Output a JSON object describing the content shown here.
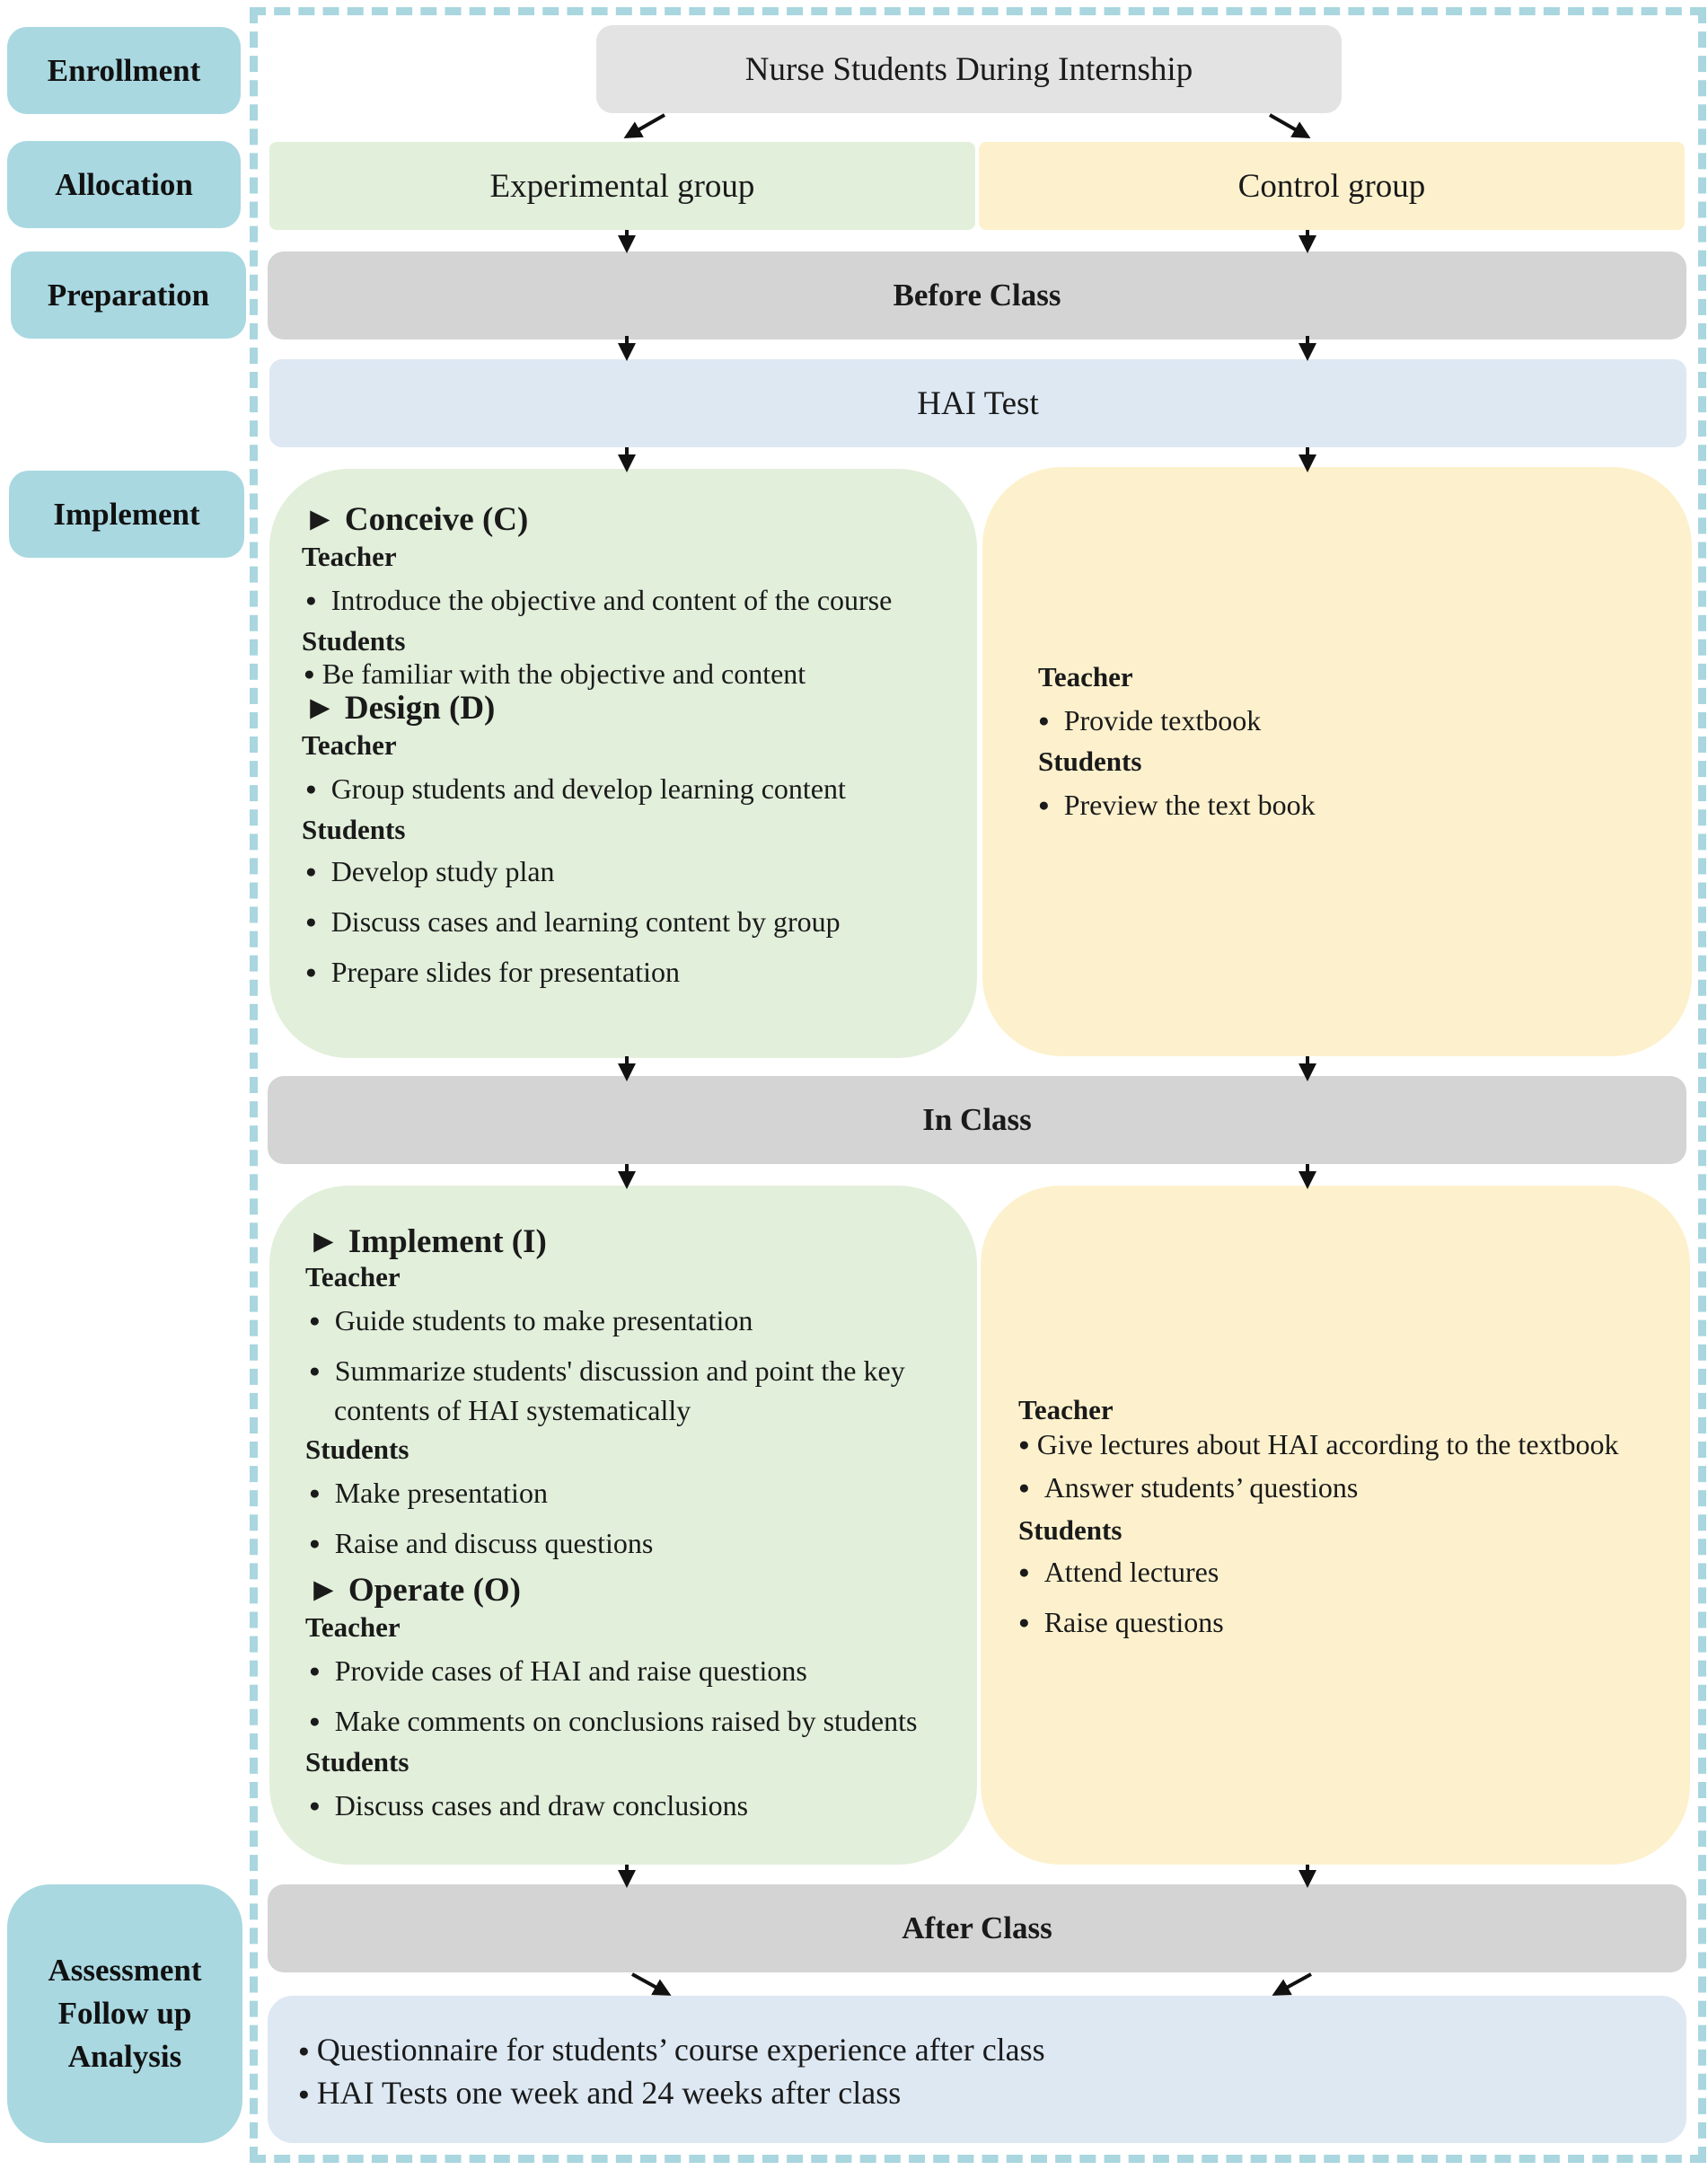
{
  "stages": {
    "enrollment": "Enrollment",
    "allocation": "Allocation",
    "preparation": "Preparation",
    "implement": "Implement",
    "assessment": [
      "Assessment",
      "Follow up",
      "Analysis"
    ]
  },
  "top_box": "Nurse Students During Internship",
  "groups": {
    "experimental": "Experimental group",
    "control": "Control group"
  },
  "before_class": "Before Class",
  "hai_test": "HAI Test",
  "in_class": "In Class",
  "after_class": "After Class",
  "exp_before": {
    "conceive": "► Conceive (C)",
    "conceive_teacher": "Teacher",
    "conceive_teacher_items": [
      "Introduce the objective and content of the course"
    ],
    "conceive_students": "Students",
    "conceive_students_items": [
      "Be familiar with the objective and content"
    ],
    "design": "► Design (D)",
    "design_teacher": "Teacher",
    "design_teacher_items": [
      "Group students and develop learning content"
    ],
    "design_students": "Students",
    "design_students_items": [
      "Develop study plan",
      "Discuss cases and learning content by group",
      "Prepare slides for presentation"
    ]
  },
  "ctrl_before": {
    "teacher": "Teacher",
    "teacher_items": [
      "Provide textbook"
    ],
    "students": "Students",
    "students_items": [
      "Preview the text book"
    ]
  },
  "exp_in": {
    "implement": "► Implement (I)",
    "implement_teacher": "Teacher",
    "implement_teacher_items": [
      "Guide students to make presentation",
      "Summarize students' discussion and point the key",
      "contents of HAI systematically"
    ],
    "implement_students": "Students",
    "implement_students_items": [
      "Make presentation",
      "Raise and discuss questions"
    ],
    "operate": "► Operate (O)",
    "operate_teacher": "Teacher",
    "operate_teacher_items": [
      "Provide cases of HAI and raise questions",
      "Make comments on conclusions raised by students"
    ],
    "operate_students": "Students",
    "operate_students_items": [
      "Discuss cases and draw conclusions"
    ]
  },
  "ctrl_in": {
    "teacher": "Teacher",
    "teacher_items": [
      "Give lectures about HAI according to the textbook",
      "Answer students’ questions"
    ],
    "students": "Students",
    "students_items": [
      "Attend lectures",
      "Raise questions"
    ]
  },
  "assessment_items": [
    "Questionnaire for students’ course experience after class",
    "HAI Tests one week and 24 weeks after class"
  ],
  "colors": {
    "stage": "#a9d8e1",
    "frame_dash": "#a9d6df",
    "header_gray": "#d4d4d4",
    "experimental_green": "#e2efdb",
    "control_yellow": "#fdf1cd",
    "test_blue": "#dde8f3"
  }
}
